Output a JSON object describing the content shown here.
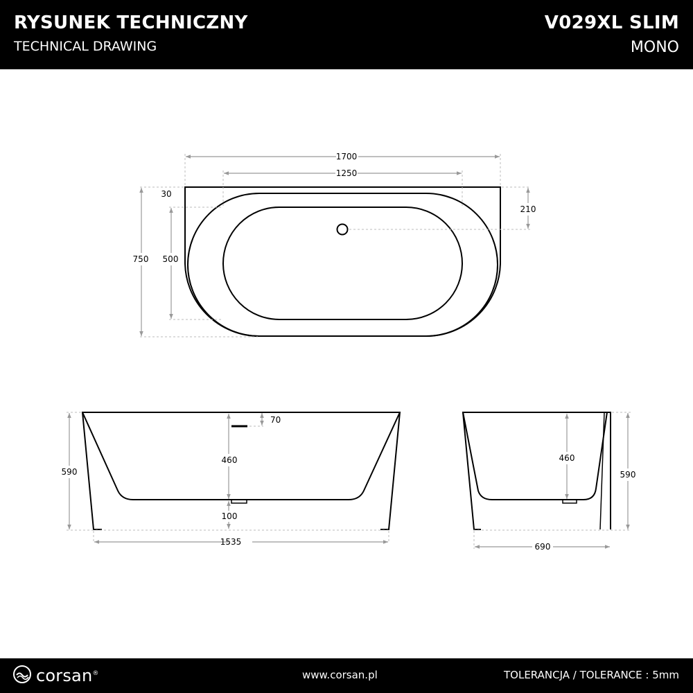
{
  "header": {
    "title": "RYSUNEK TECHNICZNY",
    "subtitle": "TECHNICAL DRAWING",
    "model": "V029XL SLIM",
    "variant": "MONO"
  },
  "footer": {
    "brand": "corsan",
    "website": "www.corsan.pl",
    "tolerance": "TOLERANCJA / TOLERANCE : 5mm"
  },
  "dimensions": {
    "top_view": {
      "total_length": "1700",
      "inner_length": "1250",
      "wall_thickness": "30",
      "drain_offset": "210",
      "total_width": "750",
      "inner_width": "500"
    },
    "front_view": {
      "overflow_height": "70",
      "inner_depth": "460",
      "total_height": "590",
      "drain_height": "100",
      "base_length": "1535"
    },
    "side_view": {
      "inner_depth": "460",
      "total_height": "590",
      "base_width": "690"
    }
  }
}
